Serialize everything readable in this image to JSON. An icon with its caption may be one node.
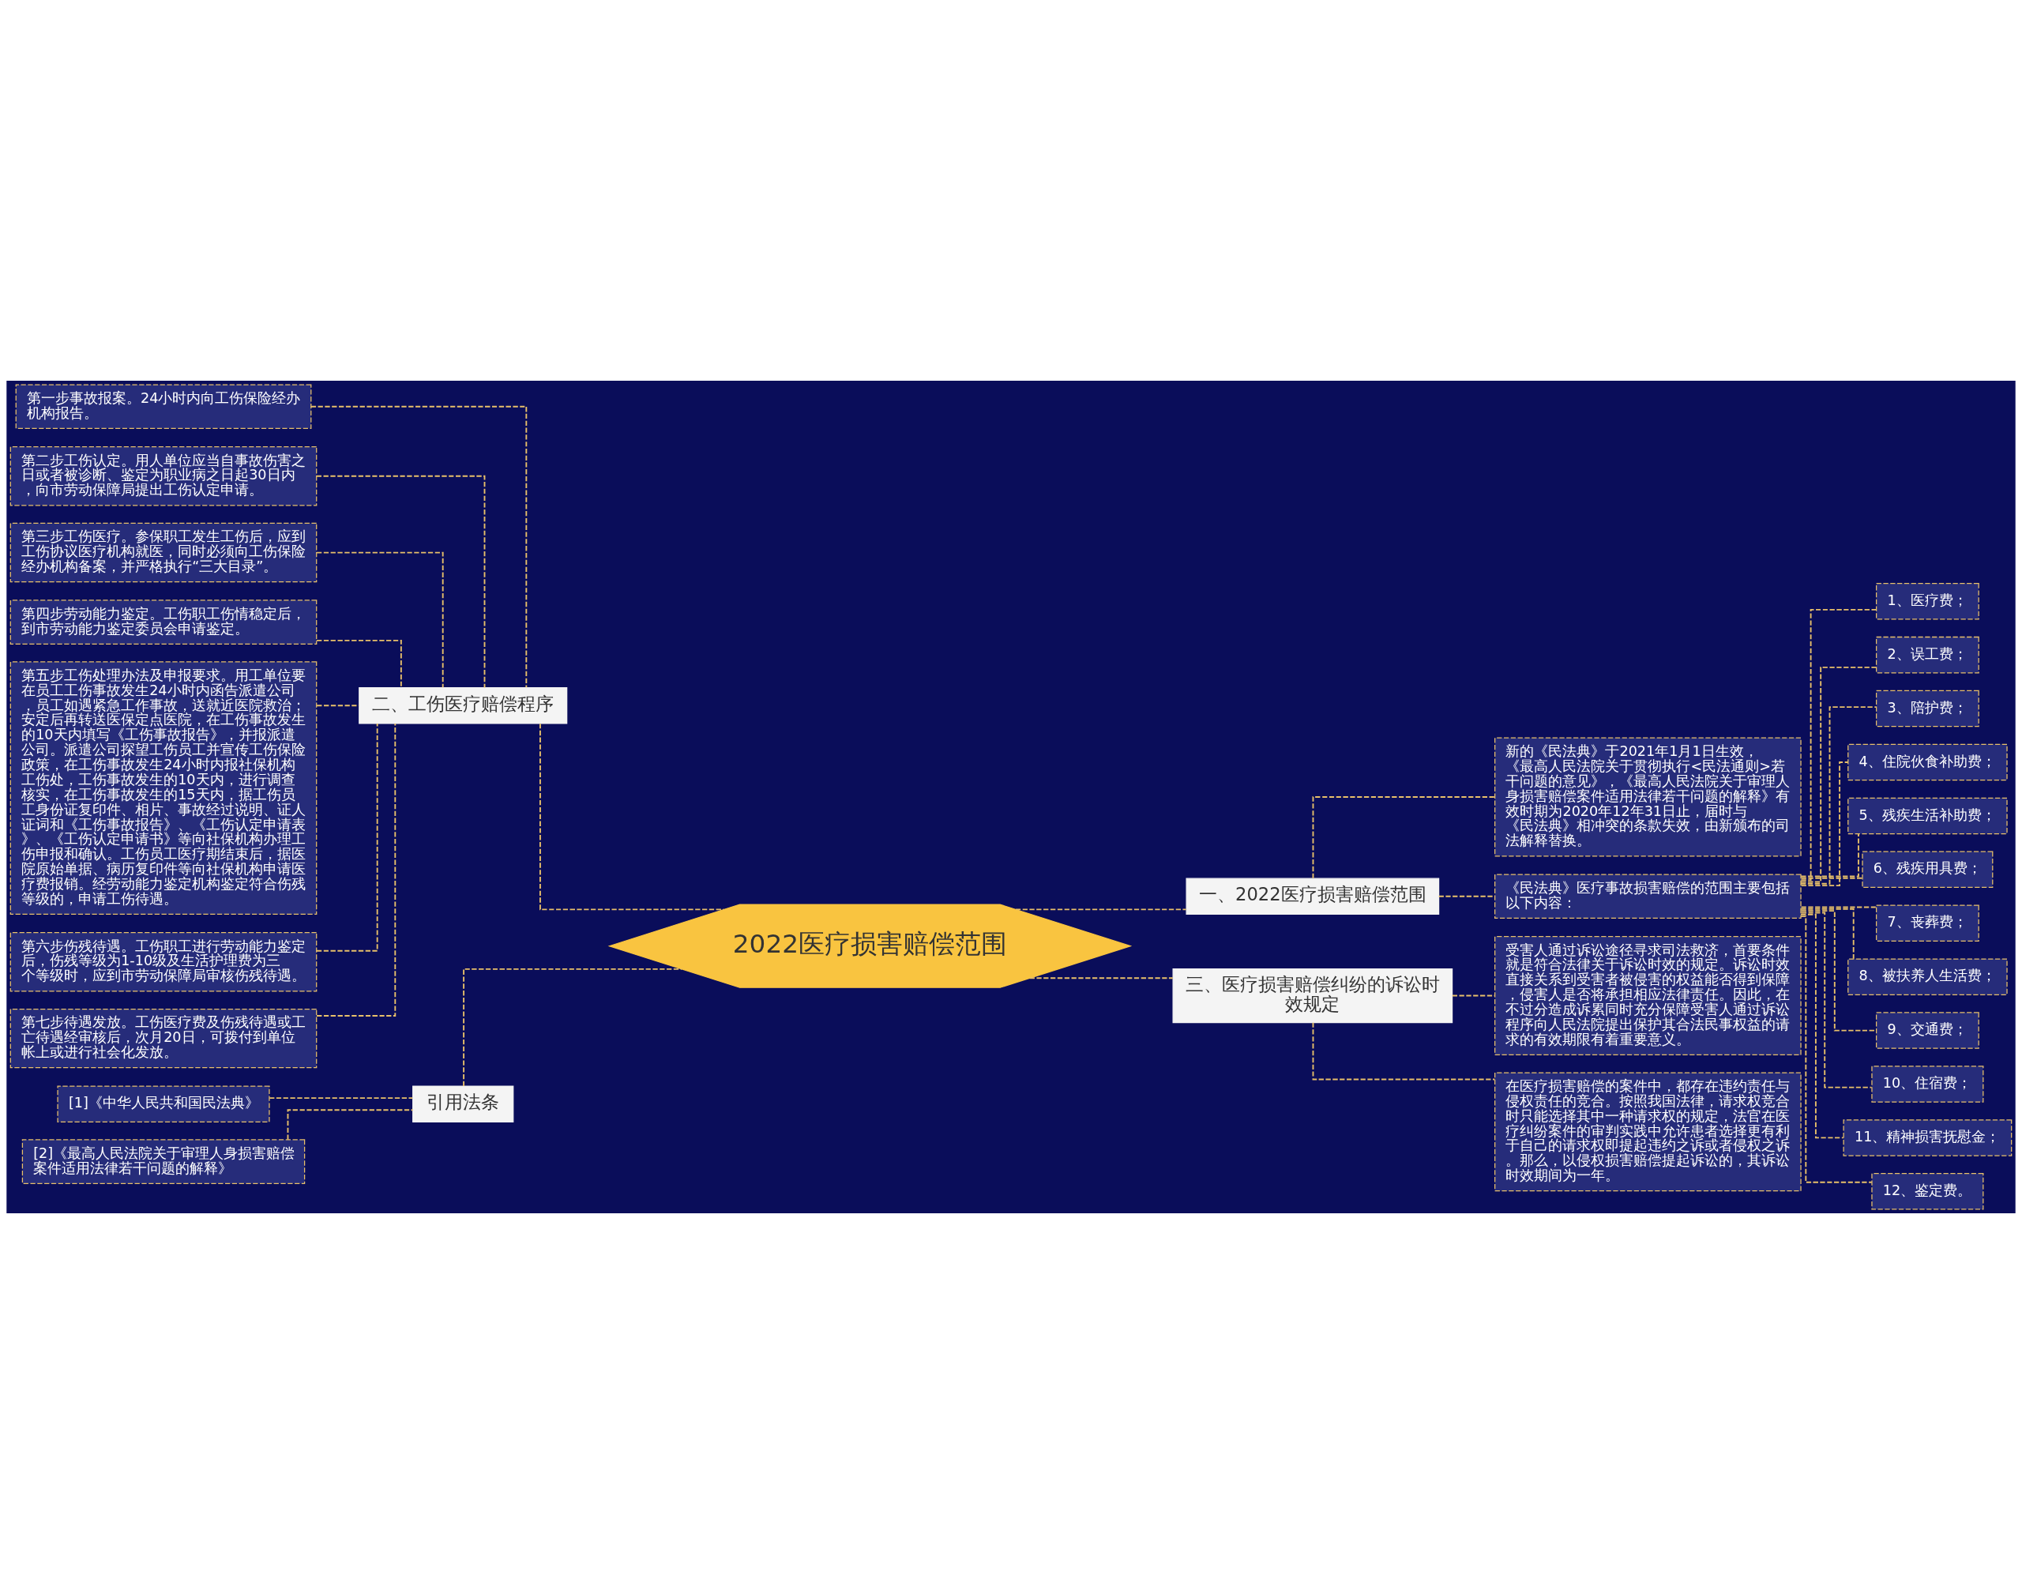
{
  "diagram": {
    "nodes": [
      {
        "text": [
          "2022医疗损害赔偿范围"
        ]
      },
      {
        "text": [
          "二、工伤医疗赔偿程序"
        ]
      },
      {
        "text": [
          "第一步事故报案。24小时内向工伤保险经办机构报告。"
        ]
      },
      {
        "text": [
          "第二步工伤认定。用人单位应当自事故伤害之日或者被诊断、鉴定为职业病之日起30日内，向市劳动保障局提出工伤认定申请。"
        ]
      },
      {
        "text": [
          "第三步工伤医疗。参保职工发生工伤后，应到工伤协议医疗机构就医，同时必须向工伤保险经办机构备案，并严格执行“三大目录”。"
        ]
      },
      {
        "text": [
          "第四步劳动能力鉴定。工伤职工伤情稳定后，到市劳动能力鉴定委员会申请鉴定。"
        ]
      },
      {
        "text": [
          "第五步工伤处理办法及申报要求。用工单位要在员工工伤事故发生24小时内函告派遣公司，员工如遇紧急工作事故，送就近医院救治；安定后再转送医保定点医院，在工伤事故发生的10天内填写《工伤事故报告》，并报派遣公司。派遣公司探望工伤员工并宣传工伤保险政策，在工伤事故发生24小时内报社保机构工伤处，工伤事故发生的10天内，进行调查核实，在工伤事故发生的15天内，据工伤员工身份证复印件、相片、事故经过说明、证人证词和《工伤事故报告》、《工伤认定申请表》、《工伤认定申请书》等向社保机构办理工伤申报和确认。工伤员工医疗期结束后，据医院原始单据、病历复印件等向社保机构申请医疗费报销。经劳动能力鉴定机构鉴定符合伤残等级的，申请工伤待遇。"
        ]
      },
      {
        "text": [
          "第六步伤残待遇。工伤职工进行劳动能力鉴定后，伤残等级为1-10级及生活护理费为三个等级时，应到市劳动保障局审核伤残待遇。"
        ]
      },
      {
        "text": [
          "第七步待遇发放。工伤医疗费及伤残待遇或工亡待遇经审核后，次月20日，可拨付到单位帐上或进行社会化发放。"
        ]
      },
      {
        "text": [
          "引用法条"
        ]
      },
      {
        "text": [
          "[1]《中华人民共和国民法典》"
        ]
      },
      {
        "text": [
          "[2]《最高人民法院关于审理人身损害赔偿案件适用法律若干问题的解释》"
        ]
      },
      {
        "text": [
          "一、2022医疗损害赔偿范围"
        ]
      },
      {
        "text": [
          "新的《民法典》于2021年1月1日生效，《最高人民法院关于贯彻执行<民法通则>若干问题的意见》，《最高人民法院关于审理人身损害赔偿案件适用法律若干问题的解释》有效时期为2020年12年31日止，届时与《民法典》相冲突的条款失效，由新颁布的司法解释替换。"
        ]
      },
      {
        "text": [
          "《民法典》医疗事故损害赔偿的范围主要包括以下内容："
        ]
      },
      {
        "text": [
          "1、医疗费；"
        ]
      },
      {
        "text": [
          "2、误工费；"
        ]
      },
      {
        "text": [
          "3、陪护费；"
        ]
      },
      {
        "text": [
          "4、住院伙食补助费；"
        ]
      },
      {
        "text": [
          "5、残疾生活补助费；"
        ]
      },
      {
        "text": [
          "6、残疾用具费；"
        ]
      },
      {
        "text": [
          "7、丧葬费；"
        ]
      },
      {
        "text": [
          "8、被扶养人生活费；"
        ]
      },
      {
        "text": [
          "9、交通费；"
        ]
      },
      {
        "text": [
          "10、住宿费；"
        ]
      },
      {
        "text": [
          "11、精神损害抚慰金；"
        ]
      },
      {
        "text": [
          "12、鉴定费。"
        ]
      },
      {
        "text": [
          "三、医疗损害赔偿纠纷的诉讼时效规定"
        ]
      },
      {
        "text": [
          "受害人通过诉讼途径寻求司法救济，首要条件就是符合法律关于诉讼时效的规定。诉讼时效直接关系到受害者被侵害的权益能否得到保障，侵害人是否将承担相应法律责任。因此，在不过分造成诉累同时充分保障受害人通过诉讼程序向人民法院提出保护其合法民事权益的请求的有效期限有着重要意义。"
        ]
      },
      {
        "text": [
          "在医疗损害赔偿的案件中，都存在违约责任与侵权责任的竞合。按照我国法律，请求权竞合时只能选择其中一种请求权的规定，法官在医疗纠纷案件的审判实践中允许患者选择更有利于自己的请求权即提起违约之诉或者侵权之诉。那么，以侵权损害赔偿提起诉讼的，其诉讼时效期间为一年。"
        ]
      }
    ],
    "edges": [
      {
        "from": 0,
        "to": 1,
        "arrow": "none",
        "style": "dashed"
      },
      {
        "from": 1,
        "to": 2,
        "arrow": "none",
        "style": "dashed"
      },
      {
        "from": 1,
        "to": 3,
        "arrow": "none",
        "style": "dashed"
      },
      {
        "from": 1,
        "to": 4,
        "arrow": "none",
        "style": "dashed"
      },
      {
        "from": 1,
        "to": 5,
        "arrow": "none",
        "style": "dashed"
      },
      {
        "from": 1,
        "to": 6,
        "arrow": "none",
        "style": "dashed"
      },
      {
        "from": 1,
        "to": 7,
        "arrow": "none",
        "style": "dashed"
      },
      {
        "from": 1,
        "to": 8,
        "arrow": "none",
        "style": "dashed"
      },
      {
        "from": 0,
        "to": 9,
        "arrow": "none",
        "style": "dashed"
      },
      {
        "from": 9,
        "to": 10,
        "arrow": "none",
        "style": "dashed"
      },
      {
        "from": 9,
        "to": 11,
        "arrow": "none",
        "style": "dashed"
      },
      {
        "from": 0,
        "to": 12,
        "arrow": "none",
        "style": "dashed"
      },
      {
        "from": 12,
        "to": 13,
        "arrow": "none",
        "style": "dashed"
      },
      {
        "from": 12,
        "to": 14,
        "arrow": "none",
        "style": "dashed"
      },
      {
        "from": 14,
        "to": 15,
        "arrow": "none",
        "style": "dashed"
      },
      {
        "from": 14,
        "to": 16,
        "arrow": "none",
        "style": "dashed"
      },
      {
        "from": 14,
        "to": 17,
        "arrow": "none",
        "style": "dashed"
      },
      {
        "from": 14,
        "to": 18,
        "arrow": "none",
        "style": "dashed"
      },
      {
        "from": 14,
        "to": 19,
        "arrow": "none",
        "style": "dashed"
      },
      {
        "from": 14,
        "to": 20,
        "arrow": "none",
        "style": "dashed"
      },
      {
        "from": 14,
        "to": 21,
        "arrow": "none",
        "style": "dashed"
      },
      {
        "from": 14,
        "to": 22,
        "arrow": "none",
        "style": "dashed"
      },
      {
        "from": 14,
        "to": 23,
        "arrow": "none",
        "style": "dashed"
      },
      {
        "from": 14,
        "to": 24,
        "arrow": "none",
        "style": "dashed"
      },
      {
        "from": 14,
        "to": 25,
        "arrow": "none",
        "style": "dashed"
      },
      {
        "from": 14,
        "to": 26,
        "arrow": "none",
        "style": "dashed"
      },
      {
        "from": 0,
        "to": 27,
        "arrow": "none",
        "style": "dashed"
      },
      {
        "from": 27,
        "to": 28,
        "arrow": "none",
        "style": "dashed"
      },
      {
        "from": 27,
        "to": 29,
        "arrow": "none",
        "style": "dashed"
      }
    ]
  }
}
